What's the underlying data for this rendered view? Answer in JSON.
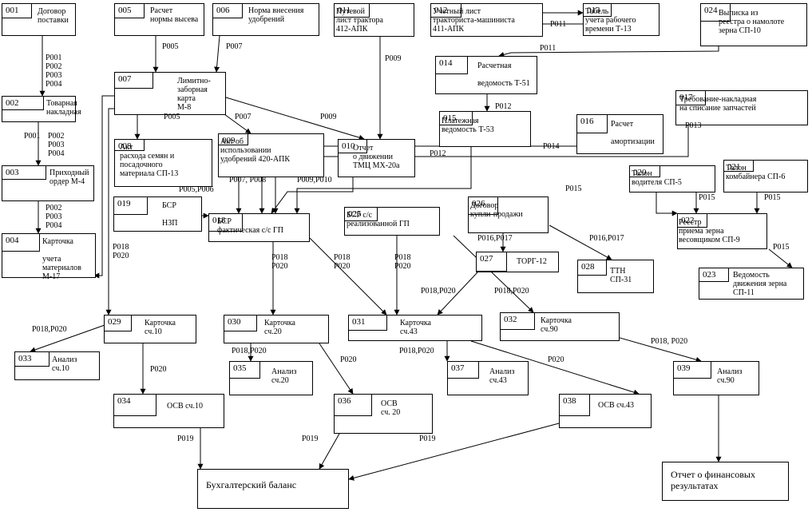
{
  "nodes": [
    {
      "id": "n001",
      "code": "001",
      "title": "Договор\nпоставки"
    },
    {
      "id": "n002",
      "code": "002",
      "title": "Товарная\nнакладная"
    },
    {
      "id": "n003",
      "code": "003",
      "title": "Приходный\nордер М-4"
    },
    {
      "id": "n004",
      "code": "004",
      "title": "Карточка\n\nучета материалов\nМ-17"
    },
    {
      "id": "n005",
      "code": "005",
      "title": "Расчет\nнормы высева"
    },
    {
      "id": "n006",
      "code": "006",
      "title": "Норма внесения\nудобрений"
    },
    {
      "id": "n007",
      "code": "007",
      "title": "Лимитно-\nзаборная карта\nМ-8"
    },
    {
      "id": "n008",
      "code": "008",
      "title": "Акт\nрасхода семян и\nпосадочного\nматериала СП-13"
    },
    {
      "id": "n009",
      "code": "009",
      "title": "Акт об\nиспользовании\nудобрений 420-АПК"
    },
    {
      "id": "n010",
      "code": "010",
      "title": "Отчет\nо движении\nТМЦ МХ-20а"
    },
    {
      "id": "n011",
      "code": "011",
      "title": "Путевой\nлист трактора\n412-АПК"
    },
    {
      "id": "n012",
      "code": "012",
      "title": "Учетный лист\nтракториста-машиниста\n411-АПК"
    },
    {
      "id": "n013",
      "code": "013",
      "title": "Табель\nучета рабочего\nвремени Т-13"
    },
    {
      "id": "n014",
      "code": "014",
      "title": "Расчетная\n\nведомость Т-51"
    },
    {
      "id": "n015",
      "code": "015",
      "title": "Платежная\nведомость Т-53"
    },
    {
      "id": "n016",
      "code": "016",
      "title": "Расчет\n\nамортизации"
    },
    {
      "id": "n017",
      "code": "017",
      "title": "Требование-накладная\nна списание запчастей"
    },
    {
      "id": "n018",
      "code": "018",
      "title": "БСР\nфактическая с/с ГП"
    },
    {
      "id": "n019",
      "code": "019",
      "title": "БСР\n\nНЗП"
    },
    {
      "id": "n020",
      "code": "020",
      "title": "Талон\nводителя СП-5"
    },
    {
      "id": "n021",
      "code": "021",
      "title": "Талон\nкомбайнера СП-6"
    },
    {
      "id": "n022",
      "code": "022",
      "title": "Реестр\nприема зерна\nвесовщиком СП-9"
    },
    {
      "id": "n023",
      "code": "023",
      "title": "Ведомость\nдвижения зерна СП-11"
    },
    {
      "id": "n024",
      "code": "024",
      "title": "Выписка из\nреестра о намолоте\nзерна СП-10"
    },
    {
      "id": "n025",
      "code": "025",
      "title": "БСР с/с\nреализованной ГП"
    },
    {
      "id": "n026",
      "code": "026",
      "title": "Договор\nкупли-продажи"
    },
    {
      "id": "n027",
      "code": "027",
      "title": "ТОРГ-12"
    },
    {
      "id": "n028",
      "code": "028",
      "title": "ТТН\nСП-31"
    },
    {
      "id": "n029",
      "code": "029",
      "title": "Карточка\nсч.10"
    },
    {
      "id": "n030",
      "code": "030",
      "title": "Карточка\nсч.20"
    },
    {
      "id": "n031",
      "code": "031",
      "title": "Карточка\nсч.43"
    },
    {
      "id": "n032",
      "code": "032",
      "title": "Карточка\nсч.90"
    },
    {
      "id": "n033",
      "code": "033",
      "title": "Анализ\nсч.10"
    },
    {
      "id": "n034",
      "code": "034",
      "title": "ОСВ сч.10"
    },
    {
      "id": "n035",
      "code": "035",
      "title": "Анализ\nсч.20"
    },
    {
      "id": "n036",
      "code": "036",
      "title": "ОСВ\nсч. 20"
    },
    {
      "id": "n037",
      "code": "037",
      "title": "Анализ\nсч.43"
    },
    {
      "id": "n038",
      "code": "038",
      "title": "ОСВ сч.43"
    },
    {
      "id": "n039",
      "code": "039",
      "title": "Анализ\nсч.90"
    },
    {
      "id": "balance",
      "code": "",
      "title": "Бухгалтерский баланс"
    },
    {
      "id": "fin",
      "code": "",
      "title": "Отчет о финансовых\nрезультатах"
    }
  ],
  "edge_labels": [
    "P001\nP002\nP003\nP004",
    "P001",
    "P002\nP003\nP004",
    "P002\nP003\nP004",
    "P005",
    "P007",
    "P005",
    "P007",
    "P009",
    "P009",
    "P011",
    "P011",
    "P012",
    "P012",
    "P013",
    "P014",
    "P005,P006",
    "P007, P008",
    "P009,P010",
    "P015",
    "P015",
    "P015",
    "P015",
    "P016,P017",
    "P016,P017",
    "P018\nP020",
    "P018\nP020",
    "P018\nP020",
    "P018\nP020",
    "P018,P020",
    "P018,P020",
    "P018,P020",
    "P018,P020",
    "P018,P020",
    "P018, P020",
    "P020",
    "P020",
    "P020",
    "P019",
    "P019",
    "P019"
  ]
}
